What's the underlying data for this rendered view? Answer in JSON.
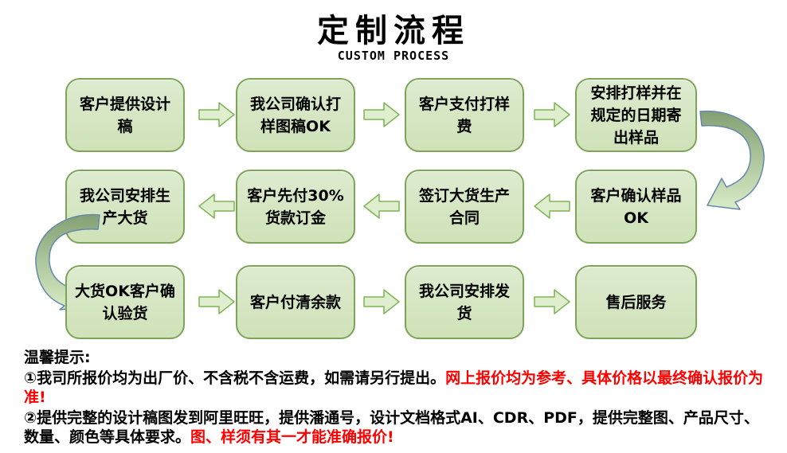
{
  "header": {
    "title": "定制流程",
    "subtitle": "CUSTOM PROCESS"
  },
  "flow": {
    "rows": [
      {
        "direction": "right",
        "boxes": [
          "客户提供设计稿",
          "我公司确认打样图稿OK",
          "客户支付打样费",
          "安排打样并在规定的日期寄出样品"
        ]
      },
      {
        "direction": "left",
        "boxes": [
          "我公司安排生产大货",
          "客户先付30%货款订金",
          "签订大货生产合同",
          "客户确认样品OK"
        ]
      },
      {
        "direction": "right",
        "boxes": [
          "大货OK客户确认验货",
          "客户付清余款",
          "我公司安排发货",
          "售后服务"
        ]
      }
    ]
  },
  "tips": {
    "heading": "温馨提示:",
    "items": [
      {
        "black": "①我司所报价均为出厂价、不含税不含运费，如需请另行提出。",
        "red": "网上报价均为参考、具体价格以最终确认报价为准!"
      },
      {
        "black": "②提供完整的设计稿图发到阿里旺旺，提供潘通号，设计文档格式AI、CDR、PDF，提供完整图、产品尺寸、数量、颜色等具体要求。",
        "red": "图、样须有其一才能准确报价!"
      }
    ]
  },
  "colors": {
    "box_fill_top": "#ddebcf",
    "box_fill_bottom": "#cfe2b8",
    "box_border": "#7ea45a",
    "arrow_fill": "#e0eed0",
    "arrow_border": "#7db455",
    "curve_fill_top": "#83a074",
    "curve_fill_bottom": "#d9ecc6",
    "curve_border": "#6488ae",
    "highlight_red": "#ff0000",
    "text": "#000000"
  }
}
